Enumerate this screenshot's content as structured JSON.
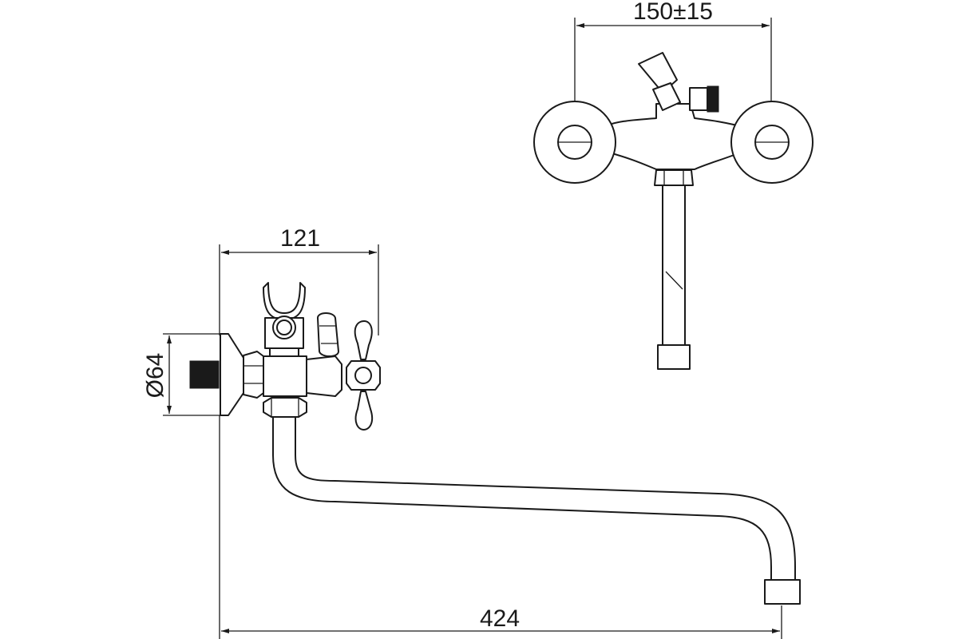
{
  "drawing": {
    "front_view": {
      "dimension_width": "121",
      "dimension_length": "424",
      "dimension_diameter": "Ø64"
    },
    "top_view": {
      "dimension_spacing": "150±15"
    }
  }
}
